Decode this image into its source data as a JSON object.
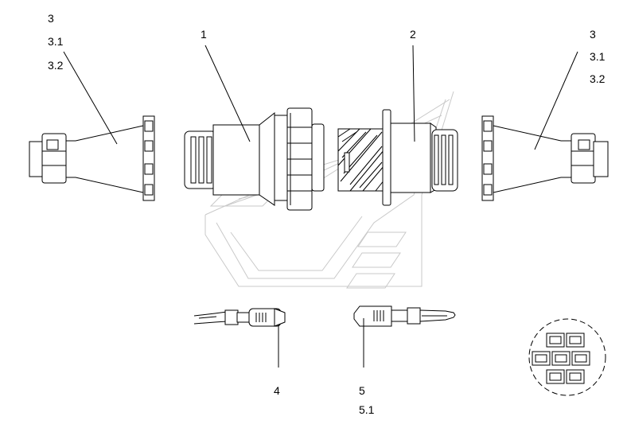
{
  "callouts": {
    "left_3": "3",
    "left_3_1": "3.1",
    "left_3_2": "3.2",
    "part_1": "1",
    "part_2": "2",
    "right_3": "3",
    "right_3_1": "3.1",
    "right_3_2": "3.2",
    "part_4": "4",
    "part_5": "5",
    "part_5_1": "5.1"
  },
  "colors": {
    "line": "#000000",
    "watermark": "#c9c9c9",
    "background": "#ffffff"
  }
}
